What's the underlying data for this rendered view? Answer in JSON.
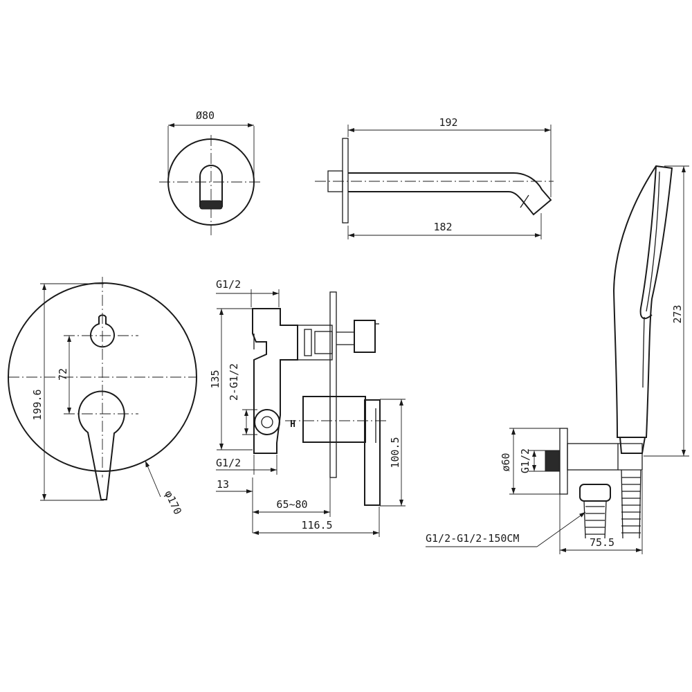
{
  "drawing": {
    "spout_plate": {
      "diameter_label": "Ø80"
    },
    "spout": {
      "total_length_label": "192",
      "projection_label": "182"
    },
    "mixer_plate": {
      "offset_label": "72",
      "height_label": "199.6",
      "diameter_label": "φ170"
    },
    "valve_body": {
      "top_thread_label": "G1/2",
      "height_label": "135",
      "side_thread_label": "2-G1/2",
      "bottom_thread_label": "G1/2",
      "stub_label": "13",
      "depth_range_label": "65~80",
      "total_depth_label": "116.5",
      "lever_height_label": "100.5",
      "hot_mark": "H"
    },
    "hand_shower": {
      "length_label": "273",
      "outlet_diameter_label": "ø60",
      "outlet_thread_label": "G1/2",
      "depth_label": "75.5",
      "hose_label": "G1/2-G1/2-150CM"
    }
  },
  "colors": {
    "line": "#1a1a1a",
    "background": "#ffffff"
  }
}
